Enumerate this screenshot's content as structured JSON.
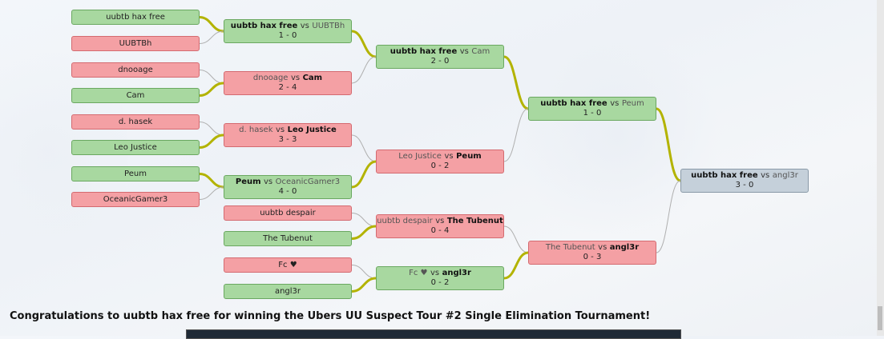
{
  "round1": [
    {
      "label": "uubtb hax free",
      "result": "win"
    },
    {
      "label": "UUBTBh",
      "result": "lose"
    },
    {
      "label": "dnooage",
      "result": "lose"
    },
    {
      "label": "Cam",
      "result": "win"
    },
    {
      "label": "d. hasek",
      "result": "lose"
    },
    {
      "label": "Leo Justice",
      "result": "win"
    },
    {
      "label": "Peum",
      "result": "win"
    },
    {
      "label": "OceanicGamer3",
      "result": "lose"
    },
    {
      "label": "uubtb despair",
      "result": "lose"
    },
    {
      "label": "The Tubenut",
      "result": "win"
    },
    {
      "label": "Fc ♥",
      "result": "lose"
    },
    {
      "label": "angl3r",
      "result": "win"
    }
  ],
  "matches": {
    "m1": {
      "p1": "uubtb hax free",
      "p2": "UUBTBh",
      "score": "1 - 0",
      "winner": 1,
      "result": "win"
    },
    "m2": {
      "p1": "dnooage",
      "p2": "Cam",
      "score": "2 - 4",
      "winner": 2,
      "result": "lose"
    },
    "m3": {
      "p1": "d. hasek",
      "p2": "Leo Justice",
      "score": "3 - 3",
      "winner": 2,
      "result": "lose"
    },
    "m4": {
      "p1": "Peum",
      "p2": "OceanicGamer3",
      "score": "4 - 0",
      "winner": 1,
      "result": "win"
    },
    "m5": {
      "p1": "uubtb hax free",
      "p2": "Cam",
      "score": "2 - 0",
      "winner": 1,
      "result": "win"
    },
    "m6": {
      "p1": "Leo Justice",
      "p2": "Peum",
      "score": "0 - 2",
      "winner": 2,
      "result": "lose"
    },
    "m7": {
      "p1": "uubtb despair",
      "p2": "The Tubenut",
      "score": "0 - 4",
      "winner": 2,
      "result": "lose"
    },
    "m8": {
      "p1": "Fc ♥",
      "p2": "angl3r",
      "score": "0 - 2",
      "winner": 2,
      "result": "win"
    },
    "m9": {
      "p1": "uubtb hax free",
      "p2": "Peum",
      "score": "1 - 0",
      "winner": 1,
      "result": "win"
    },
    "m10": {
      "p1": "The Tubenut",
      "p2": "angl3r",
      "score": "0 - 3",
      "winner": 2,
      "result": "lose"
    },
    "m11": {
      "p1": "uubtb hax free",
      "p2": "angl3r",
      "score": "3 - 0",
      "winner": 1,
      "result": "final"
    }
  },
  "vs_label": "vs",
  "congrats": "Congratulations to uubtb hax free for winning the Ubers UU Suspect Tour #2 Single Elimination Tournament!",
  "colors": {
    "win": "#a8d8a0",
    "lose": "#f4a0a4",
    "final": "#c5d0da",
    "win_line": "#b3b300",
    "lose_line": "#b0b0b0"
  }
}
